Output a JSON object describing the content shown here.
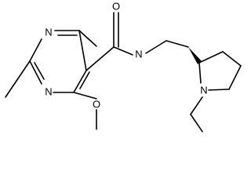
{
  "molecule": {
    "labels": {
      "o_carbonyl": "O",
      "n_amide": "N",
      "n_pyr_top": "N",
      "n_pyr_bottom": "N",
      "o_methoxy": "O",
      "n_pyrrolidine": "N"
    },
    "colors": {
      "bond": "#000000",
      "background": "#ffffff"
    }
  }
}
